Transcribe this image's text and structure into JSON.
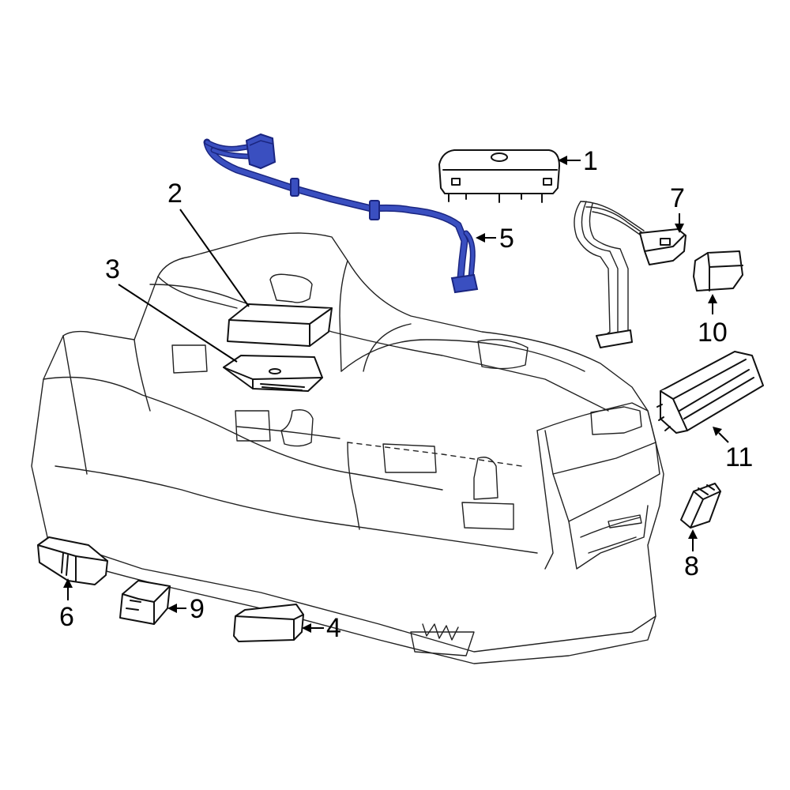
{
  "colors": {
    "harness_fill": "#3a4fc0",
    "harness_stroke": "#1a2580",
    "line": "#222222",
    "background": "#ffffff"
  },
  "callouts": {
    "c1": "1",
    "c2": "2",
    "c3": "3",
    "c4": "4",
    "c5": "5",
    "c6": "6",
    "c7": "7",
    "c8": "8",
    "c9": "9",
    "c10": "10",
    "c11": "11"
  }
}
